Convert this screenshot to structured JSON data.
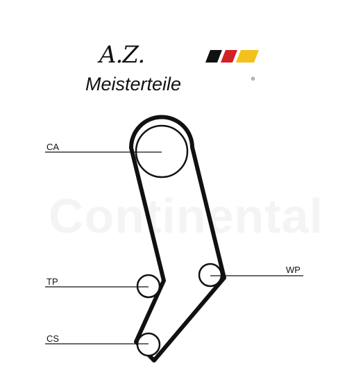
{
  "brand": {
    "initials": "A.Z.",
    "name": "Meisterteile",
    "registered_mark": "®",
    "flag_colors": [
      "#111111",
      "#d42027",
      "#f2c21b"
    ]
  },
  "watermark": {
    "text": "Continental"
  },
  "diagram": {
    "labels": {
      "ca": "CA",
      "tp": "TP",
      "cs": "CS",
      "wp": "WP"
    }
  },
  "colors": {
    "line": "#111111",
    "background": "#ffffff"
  }
}
